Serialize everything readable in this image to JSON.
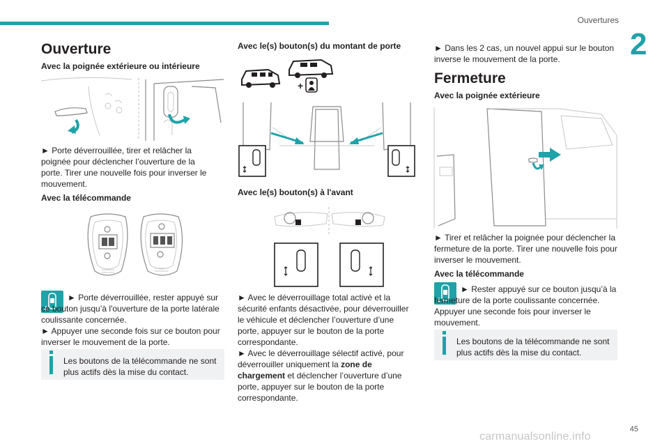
{
  "header": {
    "section": "Ouvertures",
    "chapter": "2",
    "page_number": "45"
  },
  "watermark": "carmanualsonline.info",
  "col1": {
    "title": "Ouverture",
    "sub1": "Avec la poignée extérieure ou intérieure",
    "text1": "► Porte déverrouillée, tirer et relâcher la poignée pour déclencher l’ouverture de la porte. Tirer une nouvelle fois pour inverser le mouvement.",
    "sub2": "Avec la télécommande",
    "text2a": "► Porte déverrouillée, rester appuyé sur ce bouton jusqu’à l'ouverture de la porte latérale coulissante concernée.",
    "text2b": "► Appuyer une seconde fois sur ce bouton pour inverser le mouvement de la porte.",
    "note": "Les boutons de la télécommande ne sont plus actifs dès la mise du contact."
  },
  "col2": {
    "sub1": "Avec le(s) bouton(s) du montant de porte",
    "sub2": "Avec le(s) bouton(s) à l'avant",
    "text1": "► Avec le déverrouillage total activé et la sécurité enfants désactivée, pour déverrouiller le véhicule et déclencher l’ouverture d’une porte, appuyer sur le bouton de la porte correspondante.",
    "text2a": "► Avec le déverrouillage sélectif activé, pour déverrouiller uniquement la ",
    "text2b": "zone de chargement",
    "text2c": " et déclencher l’ouverture d’une porte, appuyer sur le bouton de la porte correspondante."
  },
  "col3": {
    "text0": "► Dans les 2 cas, un nouvel appui sur le bouton inverse le mouvement de la porte.",
    "title": "Fermeture",
    "sub1": "Avec la poignée extérieure",
    "text1": "► Tirer et relâcher la poignée pour déclencher la fermeture de la porte. Tirer une nouvelle fois pour inverser le mouvement.",
    "sub2": "Avec la télécommande",
    "text2a": "► Rester appuyé sur ce bouton jusqu’à la fermeture de la porte coulissante concernée. Appuyer une seconde fois pour inverser le mouvement.",
    "note": "Les boutons de la télécommande ne sont plus actifs dès la mise du contact."
  },
  "icons": {
    "remote_button": "sliding-door-remote-icon",
    "info": "info-icon",
    "door_button": "sliding-door-button-icon"
  },
  "colors": {
    "accent": "#1fa2a8",
    "note_bg": "#f0f1f2"
  }
}
